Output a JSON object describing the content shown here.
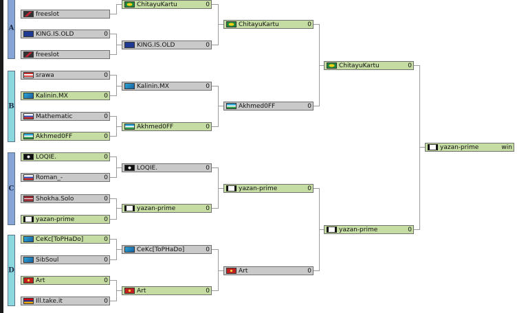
{
  "groups": [
    {
      "letter": "A",
      "color": "#86a5d6"
    },
    {
      "letter": "B",
      "color": "#8ad7de"
    },
    {
      "letter": "C",
      "color": "#86a5d6"
    },
    {
      "letter": "D",
      "color": "#8ad7de"
    }
  ],
  "round1": [
    {
      "name": "freeslot",
      "score": "",
      "winner": false,
      "flag": "freeslot-flag-icon"
    },
    {
      "name": "KING.IS.OLD",
      "score": "0",
      "winner": false,
      "flag": "eu-flag-icon"
    },
    {
      "name": "freeslot",
      "score": "",
      "winner": false,
      "flag": "freeslot-flag-icon"
    },
    {
      "name": "srawa",
      "score": "0",
      "winner": false,
      "flag": "us-flag-icon"
    },
    {
      "name": "Kalinin.MX",
      "score": "0",
      "winner": true,
      "flag": "kz-flag-icon"
    },
    {
      "name": "Mathematic",
      "score": "0",
      "winner": false,
      "flag": "ru-flag-icon"
    },
    {
      "name": "Akhmed0FF",
      "score": "0",
      "winner": true,
      "flag": "uz-flag-icon"
    },
    {
      "name": "LOQIE.",
      "score": "0",
      "winner": true,
      "flag": "pirate-flag-icon"
    },
    {
      "name": "Roman_-",
      "score": "0",
      "winner": false,
      "flag": "ru-flag-icon"
    },
    {
      "name": "Shokha.Solo",
      "score": "0",
      "winner": false,
      "flag": "lv-flag-icon"
    },
    {
      "name": "yazan-prime",
      "score": "0",
      "winner": true,
      "flag": "generic-flag-icon"
    },
    {
      "name": "CeKc[ToPHaDo]",
      "score": "0",
      "winner": true,
      "flag": "kz-flag-icon"
    },
    {
      "name": "SibSoul",
      "score": "0",
      "winner": false,
      "flag": "kz-flag-icon"
    },
    {
      "name": "Art",
      "score": "0",
      "winner": true,
      "flag": "kg-flag-icon"
    },
    {
      "name": "Ill.take.it",
      "score": "0",
      "winner": false,
      "flag": "am-flag-icon"
    }
  ],
  "round2": [
    {
      "name": "ChitayuKartu",
      "score": "0",
      "winner": true,
      "flag": "br-flag-icon"
    },
    {
      "name": "KING.IS.OLD",
      "score": "0",
      "winner": false,
      "flag": "eu-flag-icon"
    },
    {
      "name": "Kalinin.MX",
      "score": "0",
      "winner": false,
      "flag": "kz-flag-icon"
    },
    {
      "name": "Akhmed0FF",
      "score": "0",
      "winner": true,
      "flag": "uz-flag-icon"
    },
    {
      "name": "LOQIE.",
      "score": "0",
      "winner": false,
      "flag": "pirate-flag-icon"
    },
    {
      "name": "yazan-prime",
      "score": "0",
      "winner": true,
      "flag": "generic-flag-icon"
    },
    {
      "name": "CeKc[ToPHaDo]",
      "score": "0",
      "winner": false,
      "flag": "kz-flag-icon"
    },
    {
      "name": "Art",
      "score": "0",
      "winner": true,
      "flag": "kg-flag-icon"
    }
  ],
  "round3": [
    {
      "name": "ChitayuKartu",
      "score": "0",
      "winner": true,
      "flag": "br-flag-icon"
    },
    {
      "name": "Akhmed0FF",
      "score": "0",
      "winner": false,
      "flag": "uz-flag-icon"
    },
    {
      "name": "yazan-prime",
      "score": "0",
      "winner": true,
      "flag": "generic-flag-icon"
    },
    {
      "name": "Art",
      "score": "0",
      "winner": false,
      "flag": "kg-flag-icon"
    }
  ],
  "round4": [
    {
      "name": "ChitayuKartu",
      "score": "0",
      "winner": true,
      "flag": "br-flag-icon"
    },
    {
      "name": "yazan-prime",
      "score": "0",
      "winner": true,
      "flag": "generic-flag-icon"
    }
  ],
  "final": [
    {
      "name": "yazan-prime",
      "score": "win",
      "winner": true,
      "flag": "generic-flag-icon"
    }
  ],
  "colors": {
    "winner_bg": "#c5dca3",
    "loser_bg": "#c9c9c9",
    "line": "#9a9a9a"
  }
}
